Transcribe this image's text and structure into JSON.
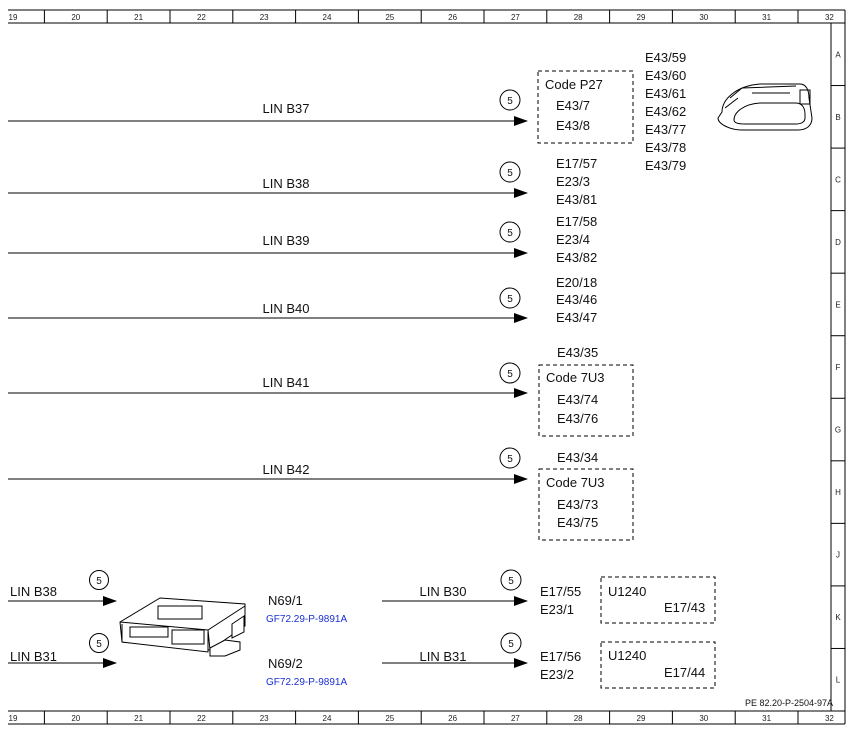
{
  "ruler": {
    "columns": [
      "19",
      "20",
      "21",
      "22",
      "23",
      "24",
      "25",
      "26",
      "27",
      "28",
      "29",
      "30",
      "31",
      "32"
    ],
    "rows": [
      "A",
      "B",
      "C",
      "D",
      "E",
      "F",
      "G",
      "H",
      "J",
      "K",
      "L"
    ]
  },
  "circle_label": "5",
  "lin_rows": [
    {
      "lin": "LIN B37",
      "code": "Code P27",
      "components": [
        "E43/7",
        "E43/8"
      ]
    },
    {
      "lin": "LIN B38",
      "code": "",
      "components": [
        "E17/57",
        "E23/3",
        "E43/81"
      ]
    },
    {
      "lin": "LIN B39",
      "code": "",
      "components": [
        "E17/58",
        "E23/4",
        "E43/82"
      ]
    },
    {
      "lin": "LIN B40",
      "code": "",
      "components": [
        "E20/18",
        "E43/46",
        "E43/47"
      ]
    },
    {
      "lin": "LIN B41",
      "pre": "E43/35",
      "code": "Code 7U3",
      "components": [
        "E43/74",
        "E43/76"
      ]
    },
    {
      "lin": "LIN B42",
      "pre": "E43/34",
      "code": "Code 7U3",
      "components": [
        "E43/73",
        "E43/75"
      ]
    }
  ],
  "top_right_list": [
    "E43/59",
    "E43/60",
    "E43/61",
    "E43/62",
    "E43/77",
    "E43/78",
    "E43/79"
  ],
  "bottom": {
    "inputs": [
      "LIN B38",
      "LIN B31"
    ],
    "modules": [
      {
        "name": "N69/1",
        "ref": "GF72.29-P-9891A",
        "lin_out": "LIN B30",
        "targets": [
          "E17/55",
          "E23/1"
        ],
        "unit": "U1240",
        "unit_target": "E17/43"
      },
      {
        "name": "N69/2",
        "ref": "GF72.29-P-9891A",
        "lin_out": "LIN B31",
        "targets": [
          "E17/56",
          "E23/2"
        ],
        "unit": "U1240",
        "unit_target": "E17/44"
      }
    ]
  },
  "doc_id": "PE 82.20-P-2504-97A"
}
